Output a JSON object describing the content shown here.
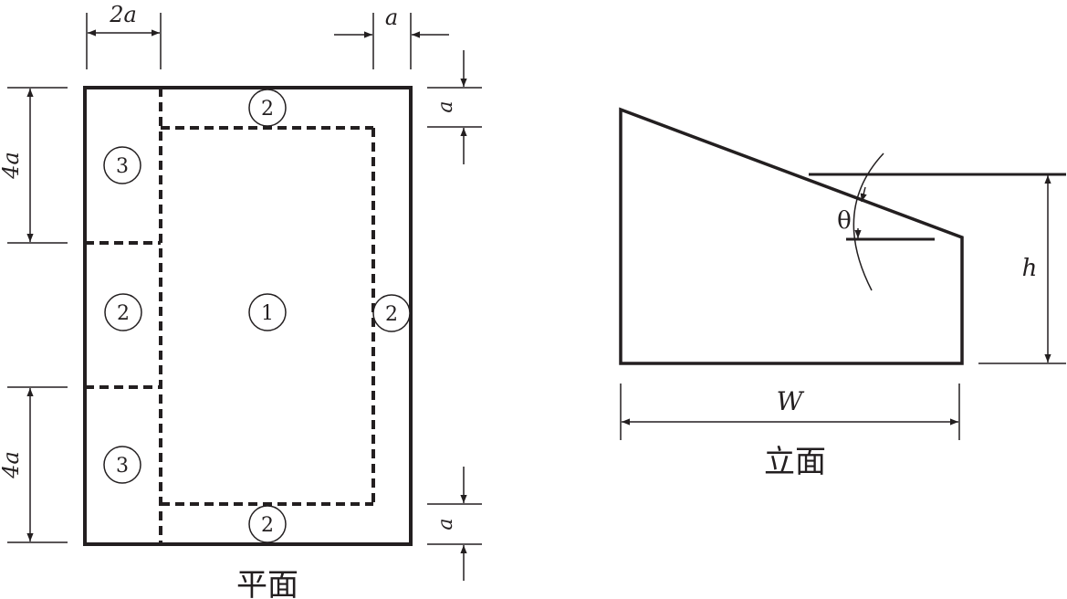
{
  "plan": {
    "caption": "平面",
    "dims": {
      "top_left_width": "2a",
      "top_right_width": "a",
      "right_top_height": "a",
      "right_bottom_height": "a",
      "left_upper_height": "4a",
      "left_lower_height": "4a"
    },
    "zones": {
      "z1": "1",
      "z2_top": "2",
      "z2_bottom": "2",
      "z2_right": "2",
      "z2_left": "2",
      "z3_upper": "3",
      "z3_lower": "3"
    }
  },
  "elevation": {
    "caption": "立面",
    "angle_label": "θ",
    "height_label": "h",
    "width_label": "W"
  },
  "colors": {
    "line": "#231f20"
  }
}
